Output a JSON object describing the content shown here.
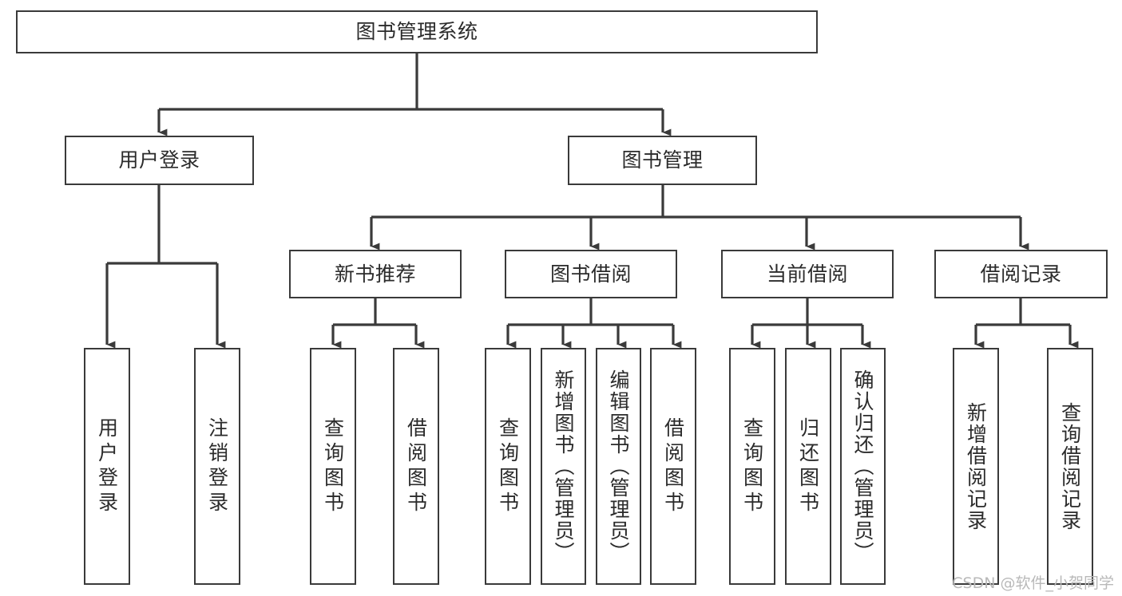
{
  "diagram": {
    "title": "图书管理系统",
    "type": "hierarchy-tree",
    "colors": {
      "box_border": "#3a3a3a",
      "box_fill": "#ffffff",
      "connector": "#3a3a3a",
      "text": "#2b2b2b",
      "watermark": "#b9b9b9",
      "background": "#ffffff"
    },
    "root": {
      "label": "图书管理系统"
    },
    "level2": [
      {
        "label": "用户登录"
      },
      {
        "label": "图书管理"
      }
    ],
    "level3": [
      {
        "label": "新书推荐"
      },
      {
        "label": "图书借阅"
      },
      {
        "label": "当前借阅"
      },
      {
        "label": "借阅记录"
      }
    ],
    "leaves": {
      "user_login": [
        {
          "label": "用户登录"
        },
        {
          "label": "注销登录"
        }
      ],
      "new_book_recommend": [
        {
          "label": "查询图书"
        },
        {
          "label": "借阅图书"
        }
      ],
      "book_borrow": [
        {
          "label": "查询图书"
        },
        {
          "label": "新增图书（管理员）"
        },
        {
          "label": "编辑图书（管理员）"
        },
        {
          "label": "借阅图书"
        }
      ],
      "current_borrow": [
        {
          "label": "查询图书"
        },
        {
          "label": "归还图书"
        },
        {
          "label": "确认归还（管理员）"
        }
      ],
      "borrow_record": [
        {
          "label": "新增借阅记录"
        },
        {
          "label": "查询借阅记录"
        }
      ]
    }
  },
  "watermark": {
    "text": "CSDN @软件_小贺同学"
  }
}
